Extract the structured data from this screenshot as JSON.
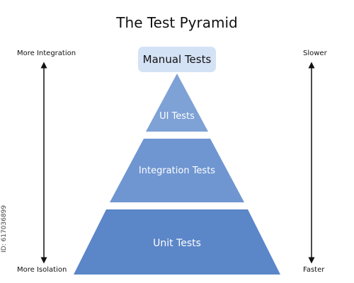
{
  "title": "The Test Pyramid",
  "left_axis": {
    "top_label": "More Integration",
    "bottom_label": "More Isolation"
  },
  "right_axis": {
    "top_label": "Slower",
    "bottom_label": "Faster"
  },
  "pyramid": {
    "manual": "Manual Tests",
    "tiers": [
      "UI Tests",
      "Integration Tests",
      "Unit Tests"
    ]
  },
  "side_id": "ID: 617036899",
  "colors": {
    "manual_fill": "#d4e2f5",
    "ui_fill": "#7ea1d6",
    "integration_fill": "#6f96d1",
    "unit_fill": "#5b86c8",
    "arrow": "#111111"
  }
}
